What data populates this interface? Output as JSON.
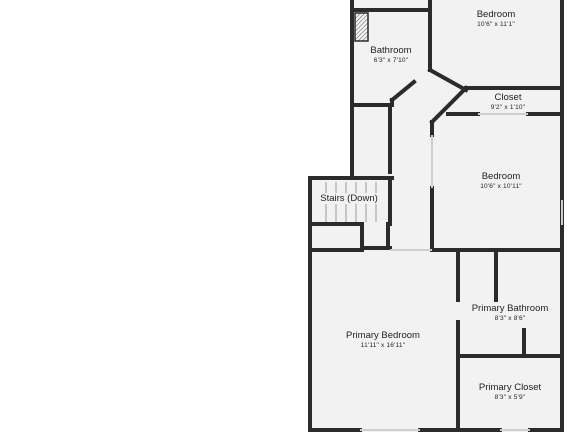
{
  "floorplan": {
    "rooms": [
      {
        "id": "bedroom-top",
        "name": "Bedroom",
        "dims": "10'6\" x 11'1\""
      },
      {
        "id": "bathroom",
        "name": "Bathroom",
        "dims": "6'3\" x 7'10\""
      },
      {
        "id": "closet",
        "name": "Closet",
        "dims": "9'2\" x 1'10\""
      },
      {
        "id": "bedroom-mid",
        "name": "Bedroom",
        "dims": "10'6\" x 10'11\""
      },
      {
        "id": "stairs",
        "name": "Stairs (Down)",
        "dims": ""
      },
      {
        "id": "primary-bedroom",
        "name": "Primary Bedroom",
        "dims": "11'11\" x 16'11\""
      },
      {
        "id": "primary-bathroom",
        "name": "Primary Bathroom",
        "dims": "8'3\" x 8'6\""
      },
      {
        "id": "primary-closet",
        "name": "Primary Closet",
        "dims": "8'3\" x 5'9\""
      }
    ],
    "colors": {
      "wall": "#2b2b2b",
      "floor": "#f2f2f2",
      "background": "#ffffff",
      "text": "#222222"
    }
  }
}
